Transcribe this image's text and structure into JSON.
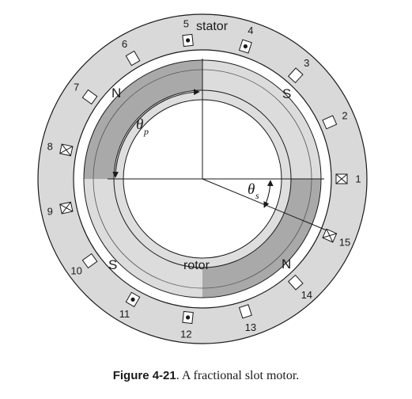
{
  "figure": {
    "stator_label": "stator",
    "rotor_label": "rotor",
    "poles": [
      {
        "label": "N",
        "quadrant": "upper-left"
      },
      {
        "label": "S",
        "quadrant": "upper-right"
      },
      {
        "label": "S",
        "quadrant": "lower-left"
      },
      {
        "label": "N",
        "quadrant": "lower-right"
      }
    ],
    "slots": [
      {
        "label": "1",
        "mark": "cross"
      },
      {
        "label": "2",
        "mark": "empty"
      },
      {
        "label": "3",
        "mark": "empty"
      },
      {
        "label": "4",
        "mark": "dot"
      },
      {
        "label": "5",
        "mark": "dot"
      },
      {
        "label": "6",
        "mark": "empty"
      },
      {
        "label": "7",
        "mark": "empty"
      },
      {
        "label": "8",
        "mark": "cross"
      },
      {
        "label": "9",
        "mark": "cross"
      },
      {
        "label": "10",
        "mark": "empty"
      },
      {
        "label": "11",
        "mark": "dot"
      },
      {
        "label": "12",
        "mark": "dot"
      },
      {
        "label": "13",
        "mark": "empty"
      },
      {
        "label": "14",
        "mark": "empty"
      },
      {
        "label": "15",
        "mark": "cross"
      }
    ],
    "theta_p": {
      "symbol": "θ",
      "subscript": "p"
    },
    "theta_s": {
      "symbol": "θ",
      "subscript": "s"
    },
    "colors": {
      "stator": "#d9d9d9",
      "magnet": "#a9a9a9",
      "rotor_core": "#dedede",
      "outline": "#1a1a1a"
    }
  },
  "caption": {
    "label": "Figure 4-21",
    "text": ". A fractional slot motor."
  }
}
